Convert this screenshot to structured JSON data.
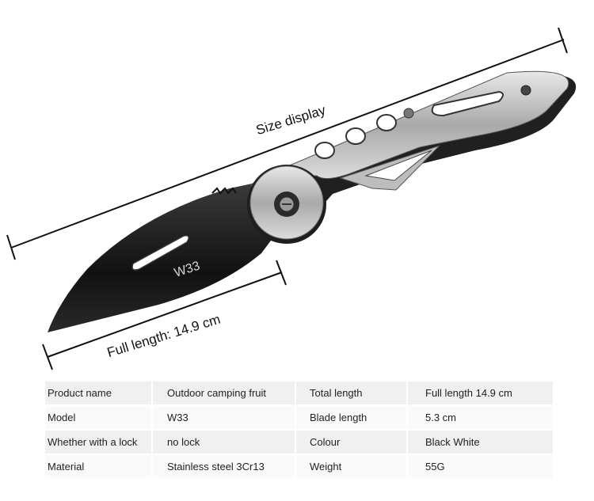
{
  "dimensions": {
    "size_label": "Size display",
    "full_length_label": "Full length: 14.9 cm"
  },
  "blade_marking": "W33",
  "specs": [
    [
      "Product name",
      "Outdoor camping fruit",
      "Total length",
      "Full length 14.9 cm"
    ],
    [
      "Model",
      "W33",
      "Blade length",
      "5.3 cm"
    ],
    [
      "Whether with a lock",
      "no lock",
      "Colour",
      "Black White"
    ],
    [
      "Material",
      "Stainless steel 3Cr13",
      "Weight",
      "55G"
    ]
  ],
  "colors": {
    "blade": "#1c1c1c",
    "handle_steel": "#b9b9b9",
    "dimension_line": "#111111"
  }
}
